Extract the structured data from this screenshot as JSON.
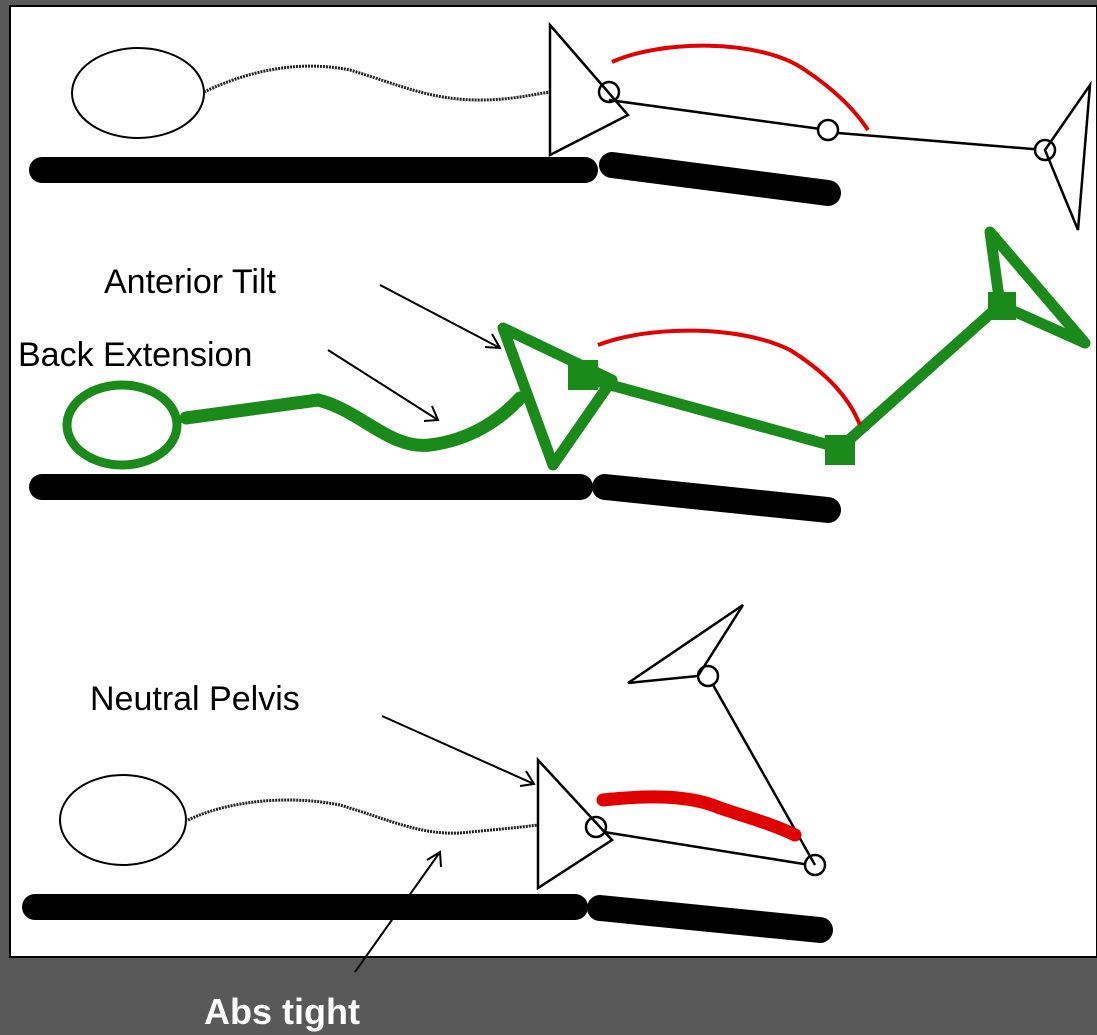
{
  "labels": {
    "anterior_tilt": "Anterior Tilt",
    "back_extension": "Back Extension",
    "neutral_pelvis": "Neutral Pelvis"
  },
  "caption": "Abs tight",
  "colors": {
    "background": "#595959",
    "panel": "#ffffff",
    "highlight": "#1a8a1a",
    "muscle": "#e00000",
    "ink": "#000000"
  }
}
